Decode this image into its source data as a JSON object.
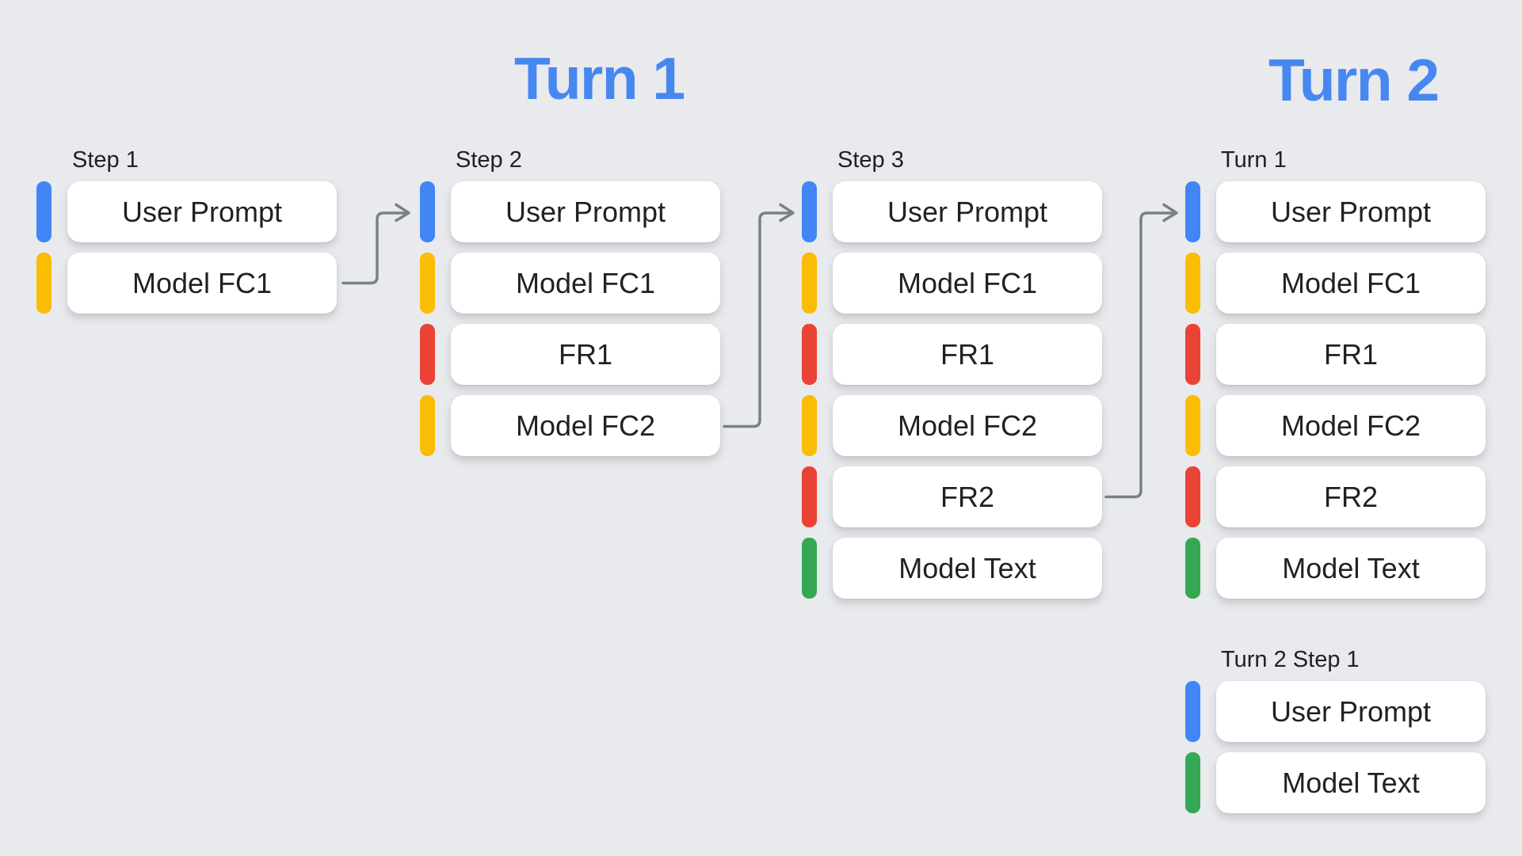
{
  "titles": [
    {
      "text": "Turn 1"
    },
    {
      "text": "Turn 2"
    }
  ],
  "colors": {
    "background": "#E8EAED",
    "card": "#FFFFFF",
    "text_dark": "#202124",
    "title_blue": "#4787F0",
    "arrow_gray": "#7A8087",
    "blue": "#4285F4",
    "yellow": "#FBBC04",
    "red": "#EA4335",
    "green": "#34A853"
  },
  "legend_semantics": {
    "blue": "user message",
    "yellow": "model function call",
    "red": "function response",
    "green": "model text"
  },
  "columns": [
    {
      "label": "Step 1",
      "rows": [
        {
          "text": "User Prompt",
          "color": "blue"
        },
        {
          "text": "Model FC1",
          "color": "yellow"
        }
      ]
    },
    {
      "label": "Step 2",
      "rows": [
        {
          "text": "User Prompt",
          "color": "blue"
        },
        {
          "text": "Model FC1",
          "color": "yellow"
        },
        {
          "text": "FR1",
          "color": "red"
        },
        {
          "text": "Model FC2",
          "color": "yellow"
        }
      ]
    },
    {
      "label": "Step 3",
      "rows": [
        {
          "text": "User Prompt",
          "color": "blue"
        },
        {
          "text": "Model FC1",
          "color": "yellow"
        },
        {
          "text": "FR1",
          "color": "red"
        },
        {
          "text": "Model FC2",
          "color": "yellow"
        },
        {
          "text": "FR2",
          "color": "red"
        },
        {
          "text": "Model Text",
          "color": "green"
        }
      ]
    },
    {
      "label": "Turn 1",
      "rows": [
        {
          "text": "User Prompt",
          "color": "blue"
        },
        {
          "text": "Model FC1",
          "color": "yellow"
        },
        {
          "text": "FR1",
          "color": "red"
        },
        {
          "text": "Model FC2",
          "color": "yellow"
        },
        {
          "text": "FR2",
          "color": "red"
        },
        {
          "text": "Model Text",
          "color": "green"
        }
      ]
    },
    {
      "label": "Turn 2 Step 1",
      "rows": [
        {
          "text": "User Prompt",
          "color": "blue"
        },
        {
          "text": "Model Text",
          "color": "green"
        }
      ]
    }
  ]
}
